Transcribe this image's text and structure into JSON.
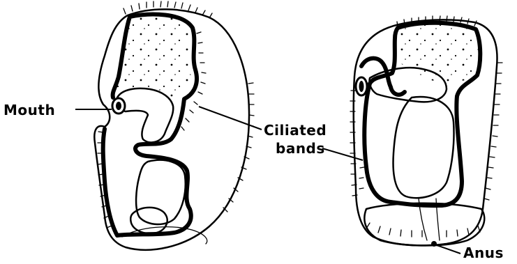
{
  "labels": {
    "mouth": "Mouth",
    "ciliated_line1": "Ciliated",
    "ciliated_line2": "bands",
    "anus": "Anus"
  },
  "colors": {
    "ink": "#000000",
    "paper": "#ffffff"
  }
}
